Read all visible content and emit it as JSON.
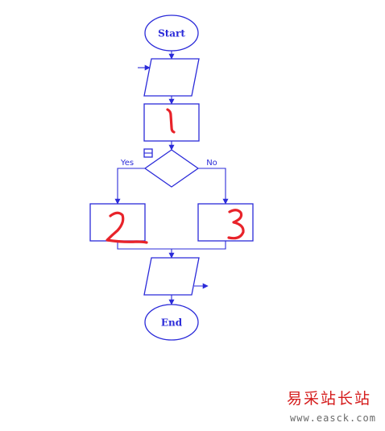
{
  "diagram": {
    "nodes": {
      "start": {
        "label": "Start",
        "shape": "ellipse"
      },
      "input": {
        "label": "",
        "shape": "parallelogram"
      },
      "process_1": {
        "label": "",
        "shape": "rectangle",
        "annotation": "1"
      },
      "decision": {
        "label": "",
        "shape": "diamond"
      },
      "process_2": {
        "label": "",
        "shape": "rectangle",
        "annotation": "2"
      },
      "process_3": {
        "label": "",
        "shape": "rectangle",
        "annotation": "3"
      },
      "output": {
        "label": "",
        "shape": "parallelogram"
      },
      "end": {
        "label": "End",
        "shape": "ellipse"
      }
    },
    "edges": {
      "yes": "Yes",
      "no": "No"
    },
    "collapse_icon": "collapse-box-icon"
  },
  "watermark": {
    "title": "易采站长站",
    "url": "www.easck.com"
  },
  "colors": {
    "flow": "#2b2bd9",
    "shape_fill": "#ffffff",
    "annotation": "#e8232a",
    "watermark_title": "#d51c1c",
    "watermark_url": "#6a6a6a",
    "background": "#ffffff"
  }
}
